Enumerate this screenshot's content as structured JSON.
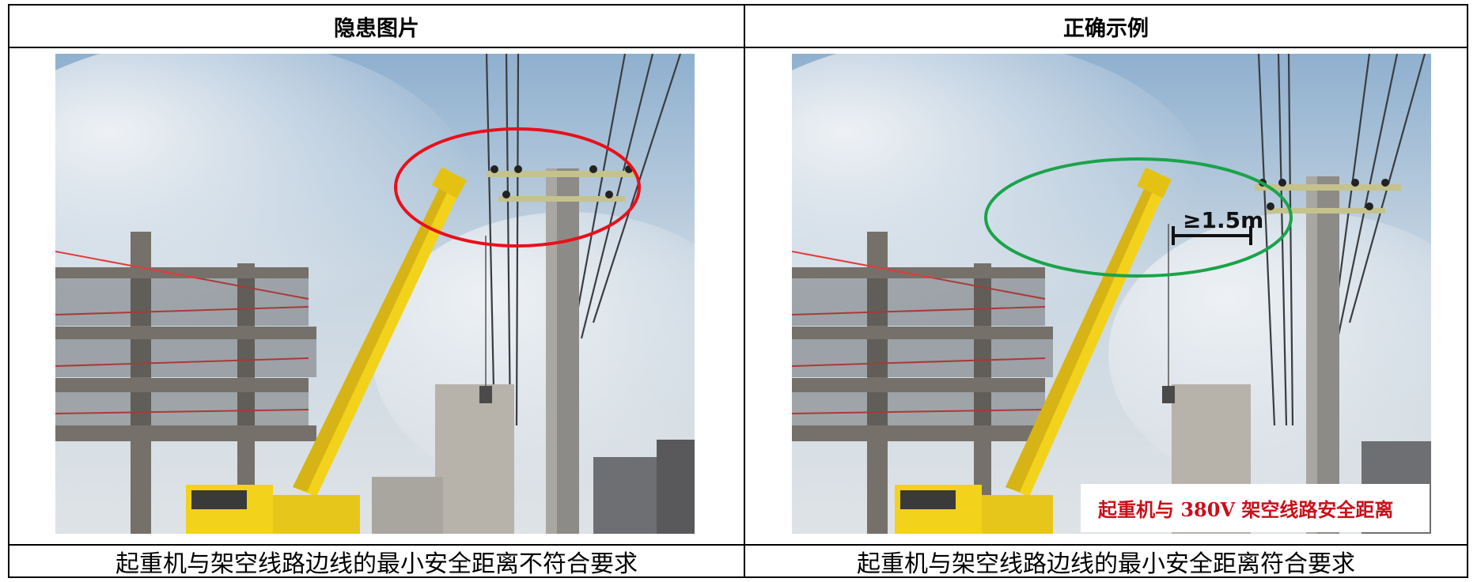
{
  "table": {
    "left_header": "隐患图片",
    "right_header": "正确示例",
    "left_caption": "起重机与架空线路边线的最小安全距离不符合要求",
    "right_caption": "起重机与架空线路边线的最小安全距离符合要求"
  },
  "right_photo": {
    "distance_label": "≥1.5m",
    "badge_text": "起重机与 380V 架空线路安全距离"
  },
  "colors": {
    "hazard_ellipse": "#e8101a",
    "correct_ellipse": "#1aa34a",
    "crane": "#f2d21b",
    "badge_text": "#c8101a"
  }
}
